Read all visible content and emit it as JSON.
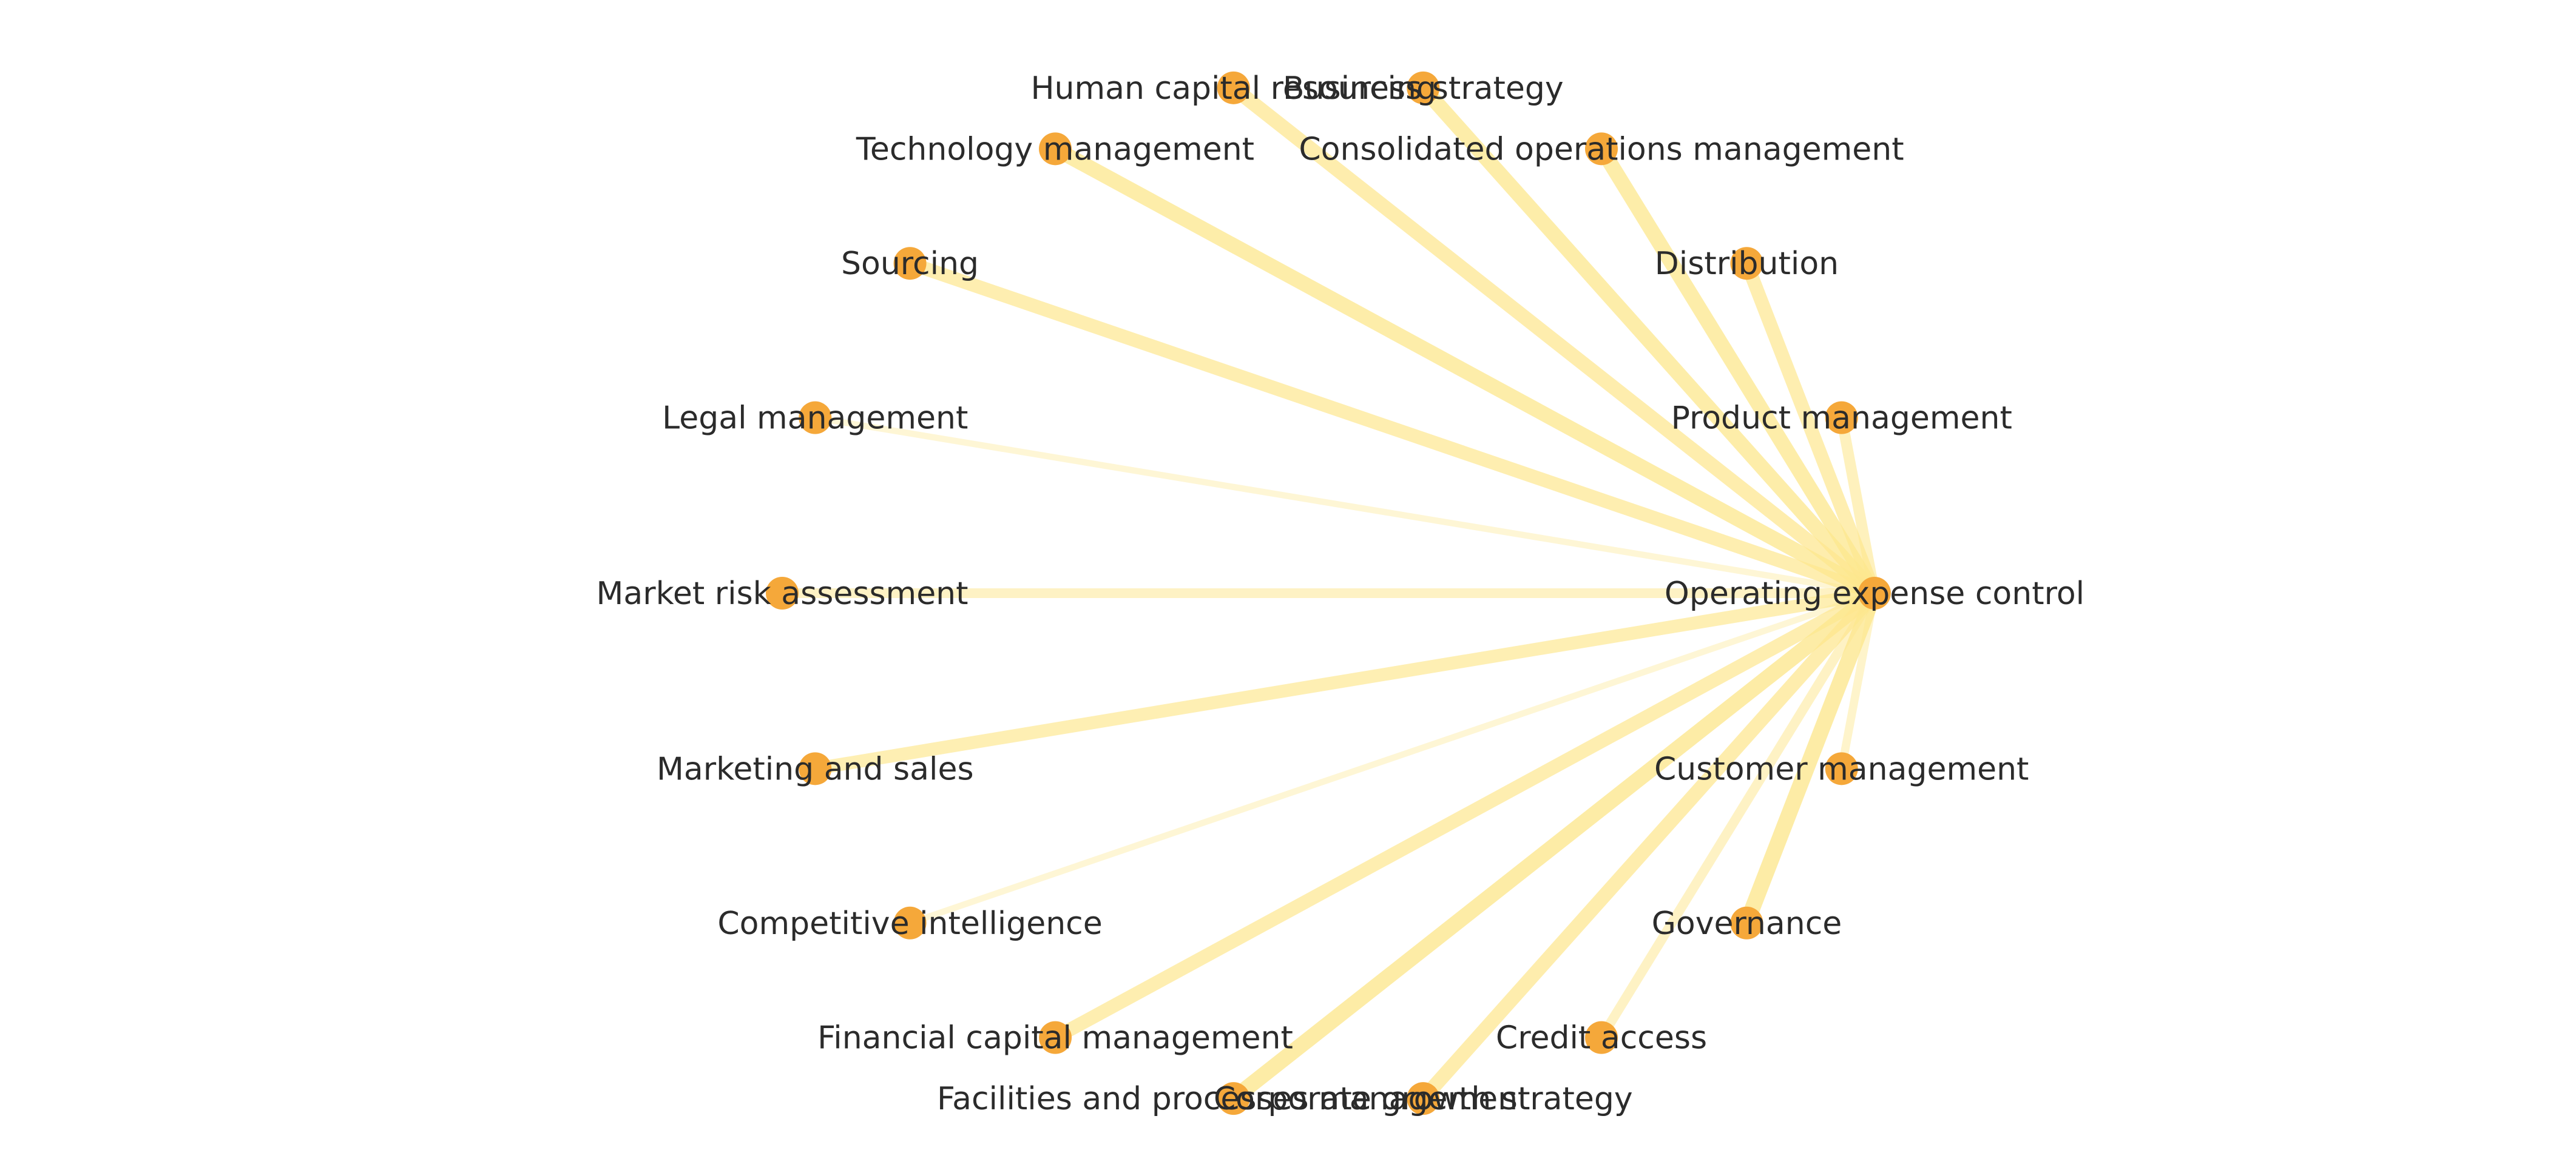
{
  "diagram": {
    "center": {
      "label": "Operating expense control"
    },
    "colors": {
      "node": "#f5a83a",
      "edge": "#fde78e",
      "text": "#2b2b2b"
    },
    "nodes": [
      {
        "label": "Product management",
        "strength": 0.55
      },
      {
        "label": "Distribution",
        "strength": 0.75
      },
      {
        "label": "Consolidated operations management",
        "strength": 0.85
      },
      {
        "label": "Business strategy",
        "strength": 0.85
      },
      {
        "label": "Human capital resourcing",
        "strength": 0.8
      },
      {
        "label": "Technology management",
        "strength": 0.85
      },
      {
        "label": "Sourcing",
        "strength": 0.75
      },
      {
        "label": "Legal management",
        "strength": 0.2
      },
      {
        "label": "Market risk assessment",
        "strength": 0.45
      },
      {
        "label": "Marketing and sales",
        "strength": 0.7
      },
      {
        "label": "Competitive intelligence",
        "strength": 0.2
      },
      {
        "label": "Financial capital management",
        "strength": 0.75
      },
      {
        "label": "Facilities and processes management",
        "strength": 0.9
      },
      {
        "label": "Corporate growth strategy",
        "strength": 0.8
      },
      {
        "label": "Credit access",
        "strength": 0.45
      },
      {
        "label": "Governance",
        "strength": 0.9
      },
      {
        "label": "Customer management",
        "strength": 0.35
      }
    ]
  }
}
